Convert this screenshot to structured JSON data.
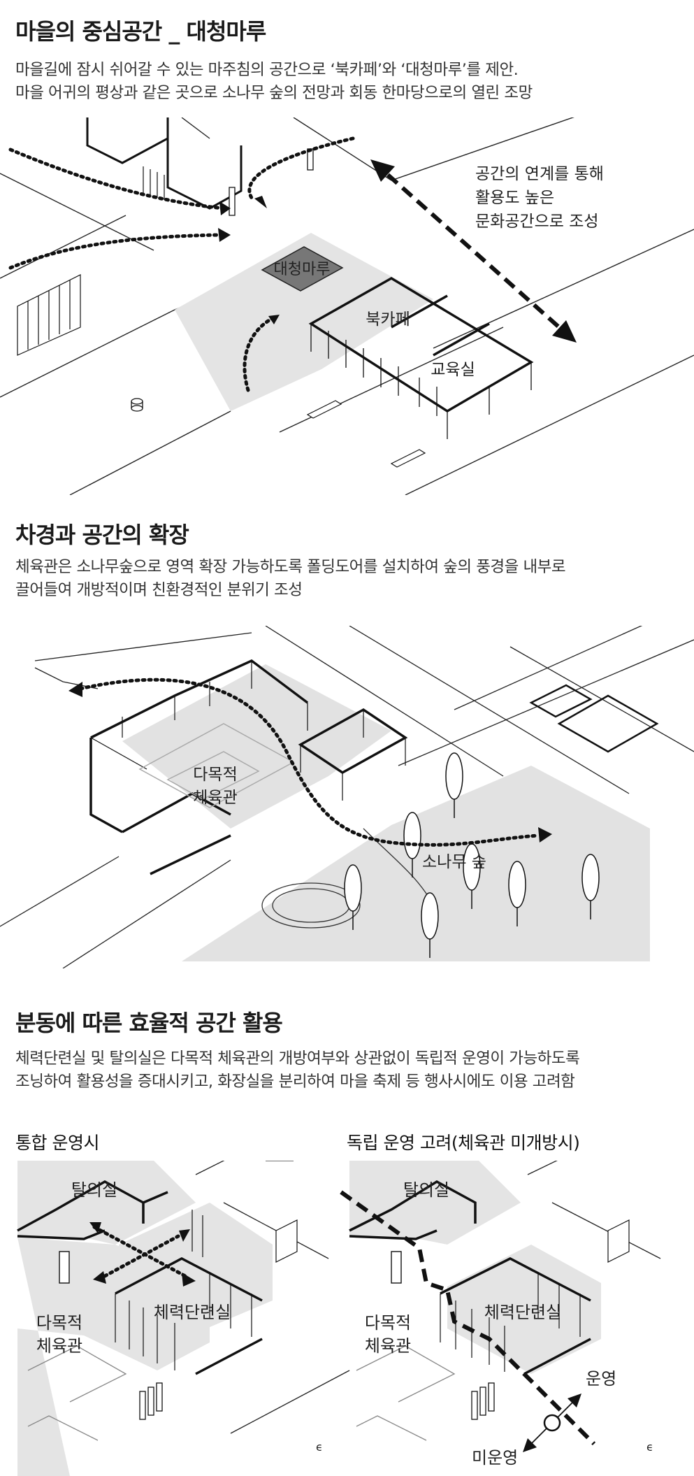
{
  "section1": {
    "title": "마을의 중심공간 _ 대청마루",
    "desc": [
      "마을길에 잠시 쉬어갈 수 있는 마주침의 공간으로 ‘북카페’와 ‘대청마루’를 제안.",
      "마을 어귀의 평상과 같은 곳으로 소나무 숲의 전망과 회동 한마당으로의 열린 조망"
    ],
    "labels": {
      "pavilion": "대청마루",
      "bookcafe": "북카페",
      "classroom": "교육실",
      "note": [
        "공간의 연계를 통해",
        "활용도 높은",
        "문화공간으로 조성"
      ]
    }
  },
  "section2": {
    "title": "차경과 공간의 확장",
    "desc": [
      "체육관은 소나무숲으로 영역 확장 가능하도록 폴딩도어를 설치하여 숲의 풍경을 내부로",
      "끌어들여 개방적이며 친환경적인 분위기 조성"
    ],
    "labels": {
      "gym": [
        "다목적",
        "체육관"
      ],
      "forest": "소나무 숲"
    }
  },
  "section3": {
    "title": "분동에 따른 효율적 공간 활용",
    "desc": [
      "체력단련실 및 탈의실은 다목적 체육관의 개방여부와 상관없이 독립적 운영이 가능하도록",
      "조닝하여 활용성을 증대시키고, 화장실을 분리하여 마을 축제 등 행사시에도 이용 고려함"
    ],
    "left": {
      "title": "통합 운영시",
      "locker": "탈의실",
      "fitness": "체력단련실",
      "gym": [
        "다목적",
        "체육관"
      ]
    },
    "right": {
      "title": "독립 운영 고려(체육관 미개방시)",
      "locker": "탈의실",
      "fitness": "체력단련실",
      "gym": [
        "다목적",
        "체육관"
      ],
      "operate": "운영",
      "not_operate": "미운영"
    }
  }
}
